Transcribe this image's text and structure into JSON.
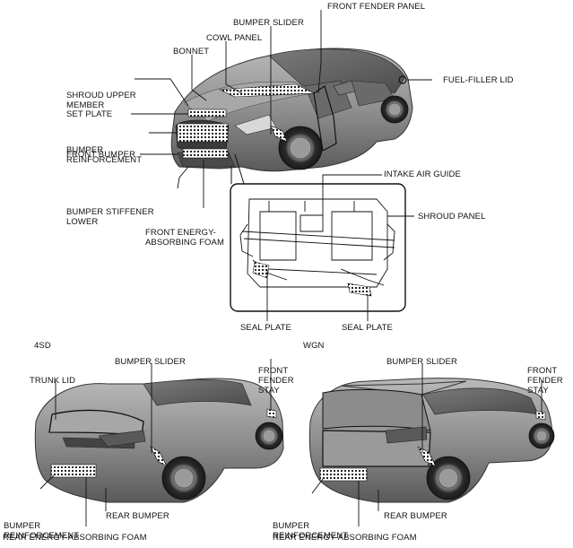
{
  "front_view": {
    "labels": {
      "front_fender_panel": "FRONT FENDER PANEL",
      "bumper_slider": "BUMPER SLIDER",
      "cowl_panel": "COWL PANEL",
      "bonnet": "BONNET",
      "shroud_upper_member": [
        "SHROUD UPPER",
        "MEMBER"
      ],
      "fuel_filler_lid": "FUEL-FILLER LID",
      "set_plate": "SET PLATE",
      "bumper_reinforcement": [
        "BUMPER",
        "REINFORCEMENT"
      ],
      "front_bumper": "FRONT BUMPER",
      "bumper_stiffener_lower": [
        "BUMPER STIFFENER",
        "LOWER"
      ],
      "front_energy_absorbing_foam": [
        "FRONT ENERGY-",
        "ABSORBING FOAM"
      ],
      "intake_air_guide": "INTAKE AIR GUIDE",
      "shroud_panel": "SHROUD PANEL",
      "seal_plate_left": "SEAL PLATE",
      "seal_plate_right": "SEAL PLATE"
    }
  },
  "sedan_view": {
    "variant": "4SD",
    "labels": {
      "bumper_slider": "BUMPER SLIDER",
      "front_fender_stay": [
        "FRONT",
        "FENDER",
        "STAY"
      ],
      "trunk_lid": "TRUNK LID",
      "bumper_reinforcement": [
        "BUMPER",
        "REINFORCEMENT"
      ],
      "rear_bumper": "REAR BUMPER",
      "rear_energy_absorbing_foam": "REAR ENERGY-ABSORBING FOAM"
    }
  },
  "wagon_view": {
    "variant": "WGN",
    "labels": {
      "bumper_slider": "BUMPER SLIDER",
      "front_fender_stay": [
        "FRONT",
        "FENDER",
        "STAY"
      ],
      "bumper_reinforcement": [
        "BUMPER",
        "REINFORCEMENT"
      ],
      "rear_bumper": "REAR BUMPER",
      "rear_energy_absorbing_foam": "REAR ENERGY-ABSORBING FOAM"
    }
  }
}
